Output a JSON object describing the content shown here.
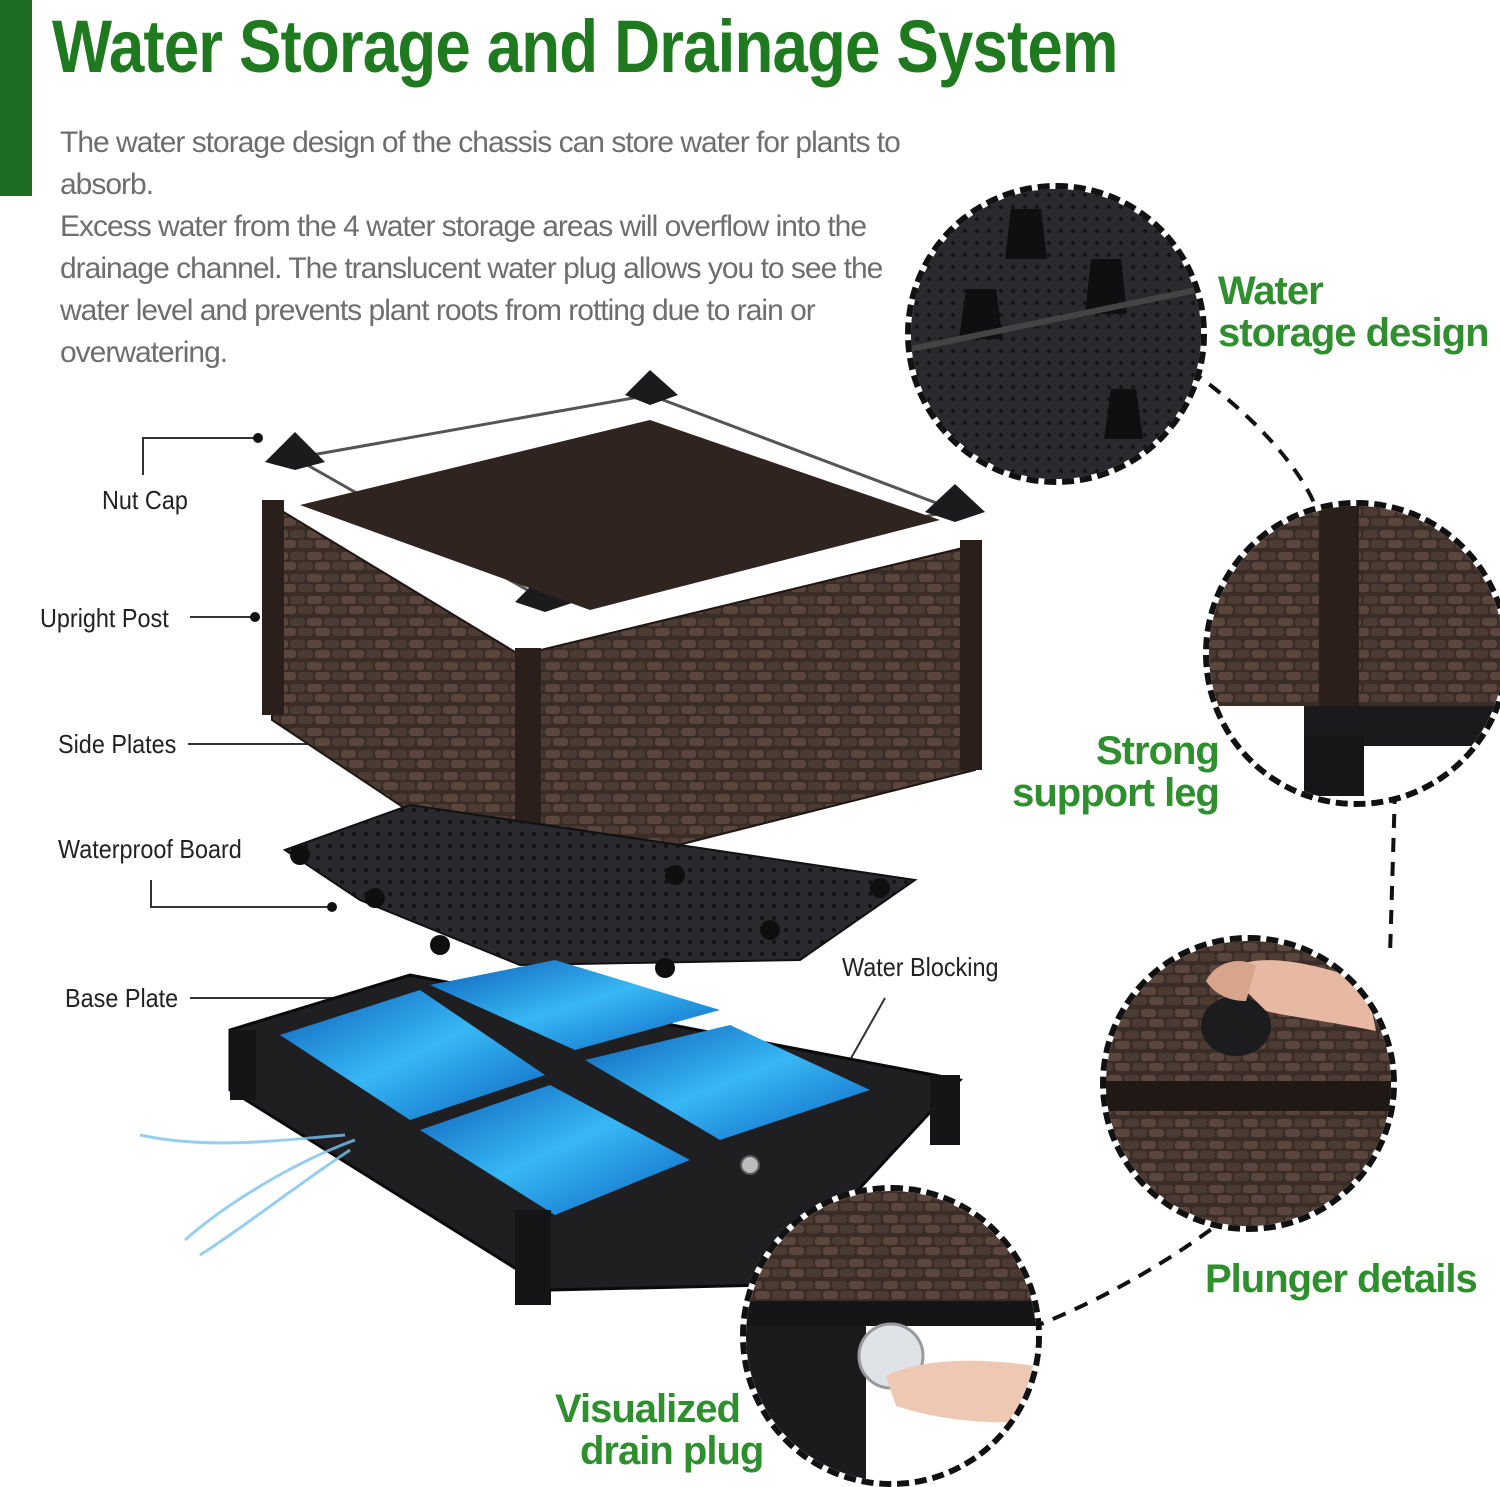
{
  "header": {
    "title": "Water Storage and Drainage System",
    "accent_color": "#1e6b22",
    "title_color": "#1f7a1f"
  },
  "intro": {
    "line1": "The water storage design of the chassis can store water for plants to absorb.",
    "line2": "Excess water from the 4 water storage areas will overflow into the drainage channel. The translucent water plug allows you to see the water level and prevents plant roots from rotting due to rain or overwatering."
  },
  "parts": {
    "nut_cap": "Nut Cap",
    "upright_post": "Upright Post",
    "side_plates": "Side Plates",
    "waterproof_board": "Waterproof Board",
    "base_plate": "Base Plate",
    "water_blocking": "Water Blocking"
  },
  "callouts": {
    "water_storage": {
      "line1": "Water",
      "line2": "storage design"
    },
    "support_leg": {
      "line1": "Strong",
      "line2": "support leg"
    },
    "plunger": {
      "line1": "Plunger details"
    },
    "drain_plug": {
      "line1": "Visualized",
      "line2": "drain plug"
    }
  },
  "colors": {
    "callout_green": "#2f8f2f",
    "planter_brown": "#3e2f28",
    "water_blue": "#1e8fe0",
    "plate_black": "#1f1f22"
  }
}
